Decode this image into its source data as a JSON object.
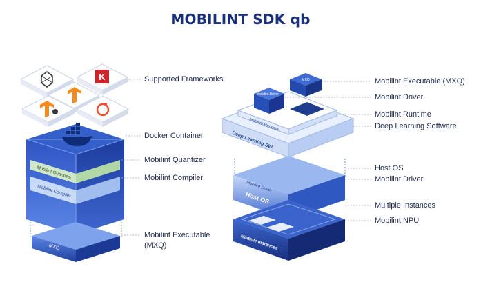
{
  "title": "MOBILINT SDK qb",
  "left_stack": {
    "labels": {
      "supported_frameworks": "Supported Frameworks",
      "docker_container": "Docker Container",
      "quantizer": "Mobilint Quantizer",
      "compiler": "Mobilint Compiler",
      "executable_line1": "Mobilint Executable",
      "executable_line2": "(MXQ)"
    },
    "box_text": {
      "quantizer": "Mobilint Quantizer",
      "compiler": "Mobilint Compiler",
      "mxq": "MXQ"
    }
  },
  "right_stack": {
    "labels": {
      "executable": "Mobilint Executable (MXQ)",
      "driver_top": "Mobilint Driver",
      "runtime": "Mobilint Runtime",
      "dl_software": "Deep Learning Software",
      "host_os": "Host OS",
      "driver_bottom": "Mobilint Driver",
      "multiple_instances": "Multiple Instances",
      "npu": "Mobilint NPU"
    },
    "box_text": {
      "driver_cube": "Mobilint Driver",
      "mxq_cube": "MXQ",
      "runtime": "Mobilint Runtime",
      "dl_sw": "Deep Learning SW",
      "driver_layer": "Mobilint Driver",
      "host_os": "Host OS",
      "multiple_instances": "Multiple Instances"
    }
  },
  "colors": {
    "title": "#1a2f7a",
    "deep_blue": "#1e3d8f",
    "mid_blue": "#3f6fd6",
    "light_blue": "#cfe0fb",
    "green_layer": "#d8efc8",
    "keras_red": "#d0232a",
    "tf_orange": "#f58a1f",
    "pytorch_orange": "#ee4c2c"
  }
}
